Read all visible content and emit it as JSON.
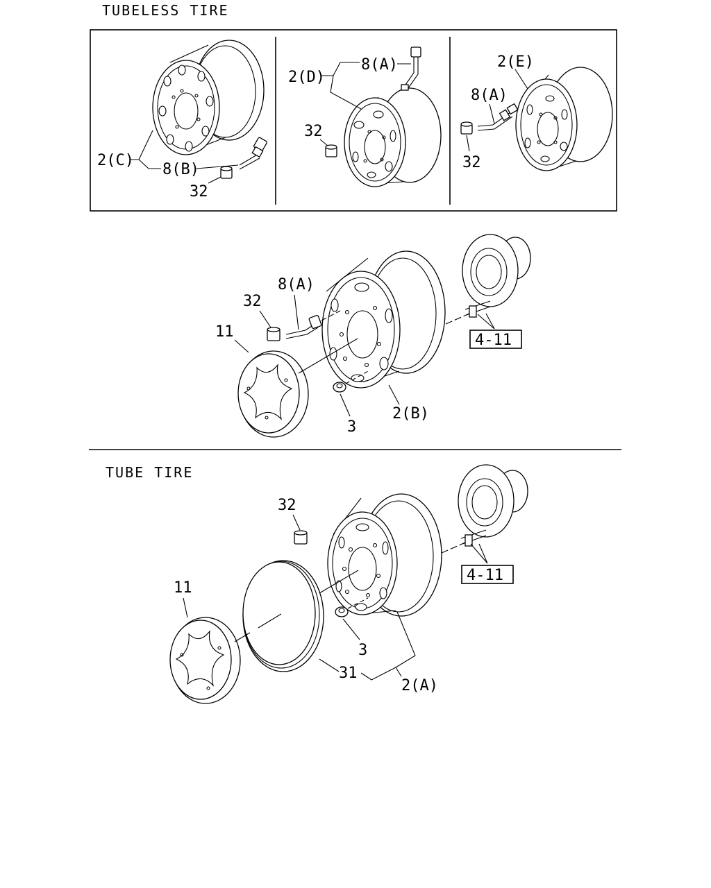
{
  "sections": {
    "tubeless_title": "TUBELESS TIRE",
    "tube_title": "TUBE TIRE"
  },
  "callouts": {
    "top_left": {
      "wheel": "2(C)",
      "valve": "8(B)",
      "cap": "32"
    },
    "top_middle": {
      "wheel": "2(D)",
      "valve": "8(A)",
      "cap": "32"
    },
    "top_right": {
      "wheel": "2(E)",
      "valve": "8(A)",
      "cap": "32"
    },
    "middle": {
      "cover": "11",
      "cap": "32",
      "valve": "8(A)",
      "ref": "4-11",
      "nut": "3",
      "wheel": "2(B)"
    },
    "bottom": {
      "cap": "32",
      "cover": "11",
      "ref": "4-11",
      "nut": "3",
      "ring": "31",
      "wheel": "2(A)"
    }
  }
}
